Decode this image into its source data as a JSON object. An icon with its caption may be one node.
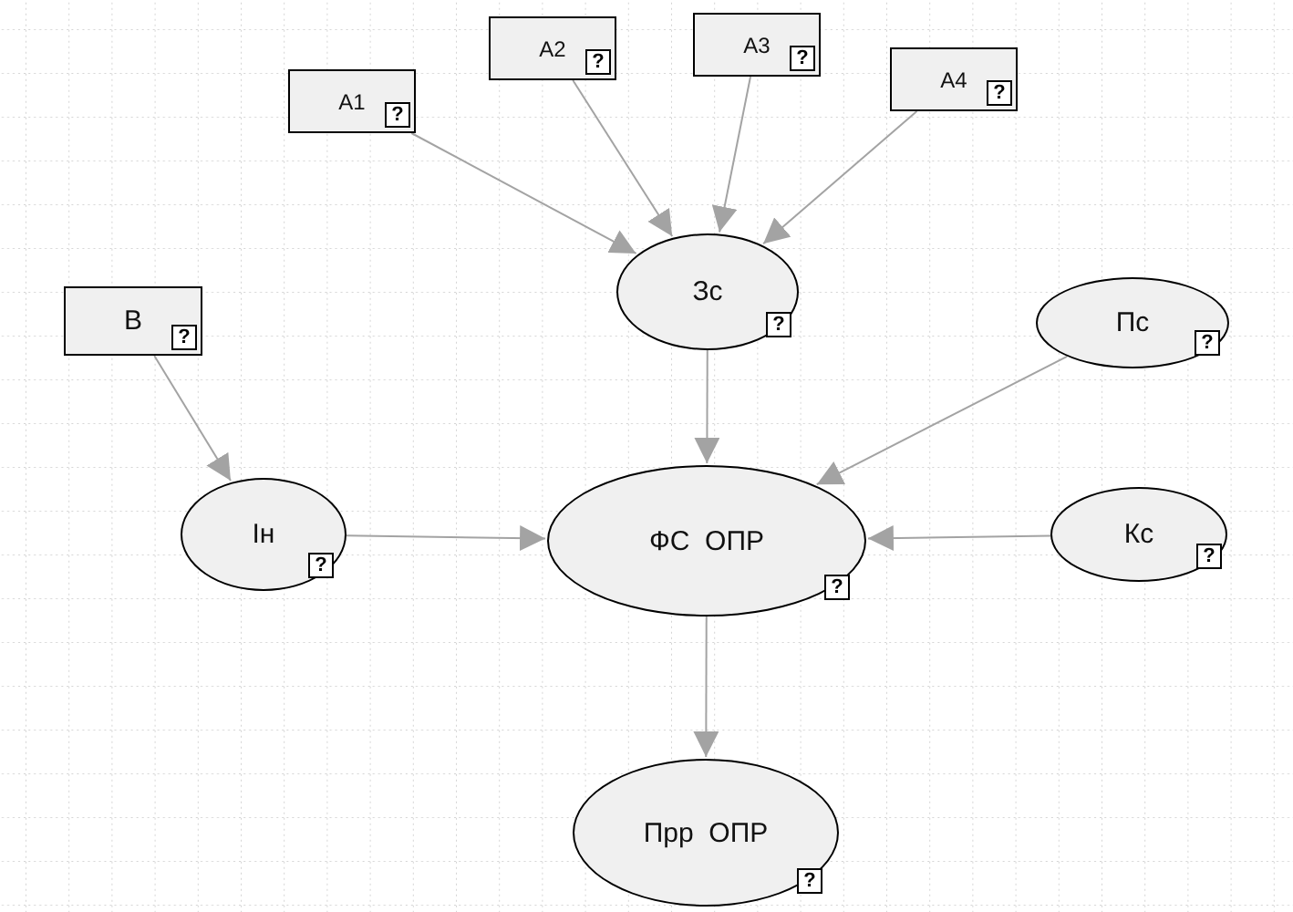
{
  "diagram": {
    "nodes": [
      {
        "text": [
          "A1",
          "?"
        ]
      },
      {
        "text": [
          "A2",
          "?"
        ]
      },
      {
        "text": [
          "A3",
          "?"
        ]
      },
      {
        "text": [
          "A4",
          "?"
        ]
      },
      {
        "text": [
          "Зс",
          "?"
        ]
      },
      {
        "text": [
          "B",
          "?"
        ]
      },
      {
        "text": [
          "Пс",
          "?"
        ]
      },
      {
        "text": [
          "Ін",
          "?"
        ]
      },
      {
        "text": [
          "ФС  ОПР",
          "?"
        ]
      },
      {
        "text": [
          "Кс",
          "?"
        ]
      },
      {
        "text": [
          "Прр  ОПР",
          "?"
        ]
      }
    ],
    "edges": [
      {
        "from": 0,
        "to": 4,
        "arrow": "to"
      },
      {
        "from": 1,
        "to": 4,
        "arrow": "to"
      },
      {
        "from": 2,
        "to": 4,
        "arrow": "to"
      },
      {
        "from": 3,
        "to": 4,
        "arrow": "to"
      },
      {
        "from": 4,
        "to": 8,
        "arrow": "to"
      },
      {
        "from": 6,
        "to": 8,
        "arrow": "to"
      },
      {
        "from": 5,
        "to": 7,
        "arrow": "to"
      },
      {
        "from": 7,
        "to": 8,
        "arrow": "to"
      },
      {
        "from": 9,
        "to": 8,
        "arrow": "to"
      },
      {
        "from": 8,
        "to": 10,
        "arrow": "to"
      }
    ]
  }
}
